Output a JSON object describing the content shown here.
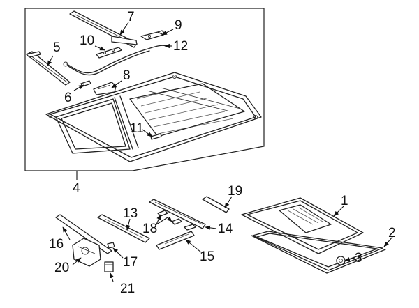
{
  "callouts": {
    "c1": "1",
    "c2": "2",
    "c3": "3",
    "c4": "4",
    "c5": "5",
    "c6": "6",
    "c7": "7",
    "c8": "8",
    "c9": "9",
    "c10": "10",
    "c11": "11",
    "c12": "12",
    "c13": "13",
    "c14": "14",
    "c15": "15",
    "c16": "16",
    "c17": "17",
    "c18": "18",
    "c19": "19",
    "c20": "20",
    "c21": "21"
  },
  "line_color": "#222222",
  "background": "#ffffff"
}
